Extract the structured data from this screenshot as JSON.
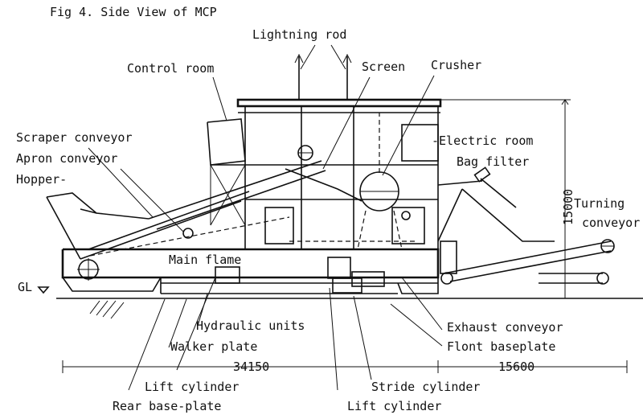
{
  "figure": {
    "caption": "Fig 4. Side View of MCP"
  },
  "labels": {
    "lightning_rod": "Lightning rod",
    "control_room": "Control room",
    "screen": "Screen",
    "crusher": "Crusher",
    "scraper_conveyor": "Scraper conveyor",
    "apron_conveyor": "Apron conveyor",
    "hopper": "Hopper-",
    "electric_room": "-Electric room",
    "bag_filter": "Bag filter",
    "turning_conveyor_1": "Turning",
    "turning_conveyor_2": "conveyor",
    "main_flame": "Main flame",
    "gl": "GL",
    "hydraulic_units": "Hydraulic units",
    "walker_plate": "Walker plate",
    "lift_cylinder_left": "Lift cylinder",
    "rear_base_plate": "Rear base-plate",
    "exhaust_conveyor": "Exhaust conveyor",
    "front_baseplate": "Flont baseplate",
    "stride_cylinder": "Stride cylinder",
    "lift_cylinder_bottom": "Lift cylinder"
  },
  "dimensions": {
    "height": "15000",
    "length_left": "34150",
    "length_right": "15600"
  }
}
